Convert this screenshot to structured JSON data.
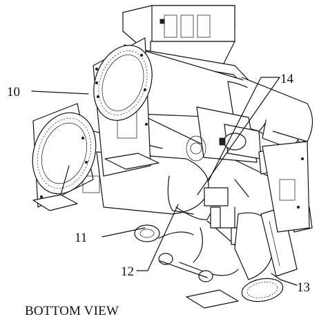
{
  "callouts": [
    {
      "id": "10",
      "label": "10"
    },
    {
      "id": "11",
      "label": "11"
    },
    {
      "id": "12",
      "label": "12"
    },
    {
      "id": "13",
      "label": "13"
    },
    {
      "id": "14",
      "label": "14"
    }
  ],
  "view_label": "BOTTOM VIEW"
}
